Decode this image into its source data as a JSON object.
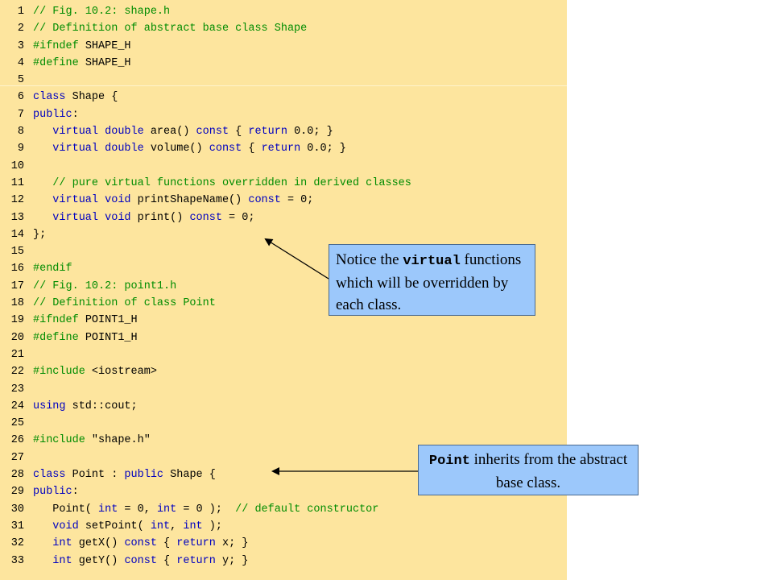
{
  "code_lines": [
    {
      "n": "1",
      "segs": [
        {
          "t": "// Fig. 10.2: shape.h",
          "c": "c"
        }
      ]
    },
    {
      "n": "2",
      "segs": [
        {
          "t": "// Definition of abstract base class Shape",
          "c": "c"
        }
      ]
    },
    {
      "n": "3",
      "segs": [
        {
          "t": "#ifndef ",
          "c": "pp"
        },
        {
          "t": "SHAPE_H",
          "c": ""
        }
      ]
    },
    {
      "n": "4",
      "segs": [
        {
          "t": "#define ",
          "c": "pp"
        },
        {
          "t": "SHAPE_H",
          "c": ""
        }
      ]
    },
    {
      "n": "5",
      "segs": []
    },
    {
      "n": "6",
      "segs": [
        {
          "t": "class ",
          "c": "k"
        },
        {
          "t": "Shape {",
          "c": ""
        }
      ]
    },
    {
      "n": "7",
      "segs": [
        {
          "t": "public",
          "c": "k"
        },
        {
          "t": ":",
          "c": ""
        }
      ]
    },
    {
      "n": "8",
      "segs": [
        {
          "t": "   virtual double ",
          "c": "k"
        },
        {
          "t": "area() ",
          "c": ""
        },
        {
          "t": "const ",
          "c": "k"
        },
        {
          "t": "{ ",
          "c": ""
        },
        {
          "t": "return ",
          "c": "k"
        },
        {
          "t": "0.0; }",
          "c": ""
        }
      ]
    },
    {
      "n": "9",
      "segs": [
        {
          "t": "   virtual double ",
          "c": "k"
        },
        {
          "t": "volume() ",
          "c": ""
        },
        {
          "t": "const ",
          "c": "k"
        },
        {
          "t": "{ ",
          "c": ""
        },
        {
          "t": "return ",
          "c": "k"
        },
        {
          "t": "0.0; }",
          "c": ""
        }
      ]
    },
    {
      "n": "10",
      "segs": []
    },
    {
      "n": "11",
      "segs": [
        {
          "t": "   // pure virtual functions overridden in derived classes",
          "c": "c"
        }
      ]
    },
    {
      "n": "12",
      "segs": [
        {
          "t": "   virtual void ",
          "c": "k"
        },
        {
          "t": "printShapeName() ",
          "c": ""
        },
        {
          "t": "const ",
          "c": "k"
        },
        {
          "t": "= 0;",
          "c": ""
        }
      ]
    },
    {
      "n": "13",
      "segs": [
        {
          "t": "   virtual void ",
          "c": "k"
        },
        {
          "t": "print() ",
          "c": ""
        },
        {
          "t": "const ",
          "c": "k"
        },
        {
          "t": "= 0;",
          "c": ""
        }
      ]
    },
    {
      "n": "14",
      "segs": [
        {
          "t": "};",
          "c": ""
        }
      ]
    },
    {
      "n": "15",
      "segs": []
    },
    {
      "n": "16",
      "segs": [
        {
          "t": "#endif",
          "c": "pp"
        }
      ]
    },
    {
      "n": "17",
      "segs": [
        {
          "t": "// Fig. 10.2: point1.h",
          "c": "c"
        }
      ]
    },
    {
      "n": "18",
      "segs": [
        {
          "t": "// Definition of class Point",
          "c": "c"
        }
      ]
    },
    {
      "n": "19",
      "segs": [
        {
          "t": "#ifndef ",
          "c": "pp"
        },
        {
          "t": "POINT1_H",
          "c": ""
        }
      ]
    },
    {
      "n": "20",
      "segs": [
        {
          "t": "#define ",
          "c": "pp"
        },
        {
          "t": "POINT1_H",
          "c": ""
        }
      ]
    },
    {
      "n": "21",
      "segs": []
    },
    {
      "n": "22",
      "segs": [
        {
          "t": "#include ",
          "c": "pp"
        },
        {
          "t": "<iostream>",
          "c": ""
        }
      ]
    },
    {
      "n": "23",
      "segs": []
    },
    {
      "n": "24",
      "segs": [
        {
          "t": "using ",
          "c": "k"
        },
        {
          "t": "std::cout;",
          "c": ""
        }
      ]
    },
    {
      "n": "25",
      "segs": []
    },
    {
      "n": "26",
      "segs": [
        {
          "t": "#include ",
          "c": "pp"
        },
        {
          "t": "\"shape.h\"",
          "c": ""
        }
      ]
    },
    {
      "n": "27",
      "segs": []
    },
    {
      "n": "28",
      "segs": [
        {
          "t": "class ",
          "c": "k"
        },
        {
          "t": "Point : ",
          "c": ""
        },
        {
          "t": "public ",
          "c": "k"
        },
        {
          "t": "Shape {",
          "c": ""
        }
      ]
    },
    {
      "n": "29",
      "segs": [
        {
          "t": "public",
          "c": "k"
        },
        {
          "t": ":",
          "c": ""
        }
      ]
    },
    {
      "n": "30",
      "segs": [
        {
          "t": "   Point( ",
          "c": ""
        },
        {
          "t": "int ",
          "c": "k"
        },
        {
          "t": "= 0, ",
          "c": ""
        },
        {
          "t": "int ",
          "c": "k"
        },
        {
          "t": "= 0 );  ",
          "c": ""
        },
        {
          "t": "// default constructor",
          "c": "c"
        }
      ]
    },
    {
      "n": "31",
      "segs": [
        {
          "t": "   void ",
          "c": "k"
        },
        {
          "t": "setPoint( ",
          "c": ""
        },
        {
          "t": "int",
          "c": "k"
        },
        {
          "t": ", ",
          "c": ""
        },
        {
          "t": "int ",
          "c": "k"
        },
        {
          "t": ");",
          "c": ""
        }
      ]
    },
    {
      "n": "32",
      "segs": [
        {
          "t": "   int ",
          "c": "k"
        },
        {
          "t": "getX() ",
          "c": ""
        },
        {
          "t": "const ",
          "c": "k"
        },
        {
          "t": "{ ",
          "c": ""
        },
        {
          "t": "return ",
          "c": "k"
        },
        {
          "t": "x; }",
          "c": ""
        }
      ]
    },
    {
      "n": "33",
      "segs": [
        {
          "t": "   int ",
          "c": "k"
        },
        {
          "t": "getY() ",
          "c": ""
        },
        {
          "t": "const ",
          "c": "k"
        },
        {
          "t": "{ ",
          "c": ""
        },
        {
          "t": "return ",
          "c": "k"
        },
        {
          "t": "y; }",
          "c": ""
        }
      ]
    }
  ],
  "callout_virtual": {
    "pre": "Notice the ",
    "code": "virtual",
    "post": " functions which will be overridden by each class."
  },
  "callout_point": {
    "code": "Point",
    "post": " inherits from the abstract base class."
  },
  "colors": {
    "code_background": "#fde59e",
    "comment": "#008c00",
    "keyword": "#0000c0",
    "callout_background": "#9cc8fb"
  }
}
